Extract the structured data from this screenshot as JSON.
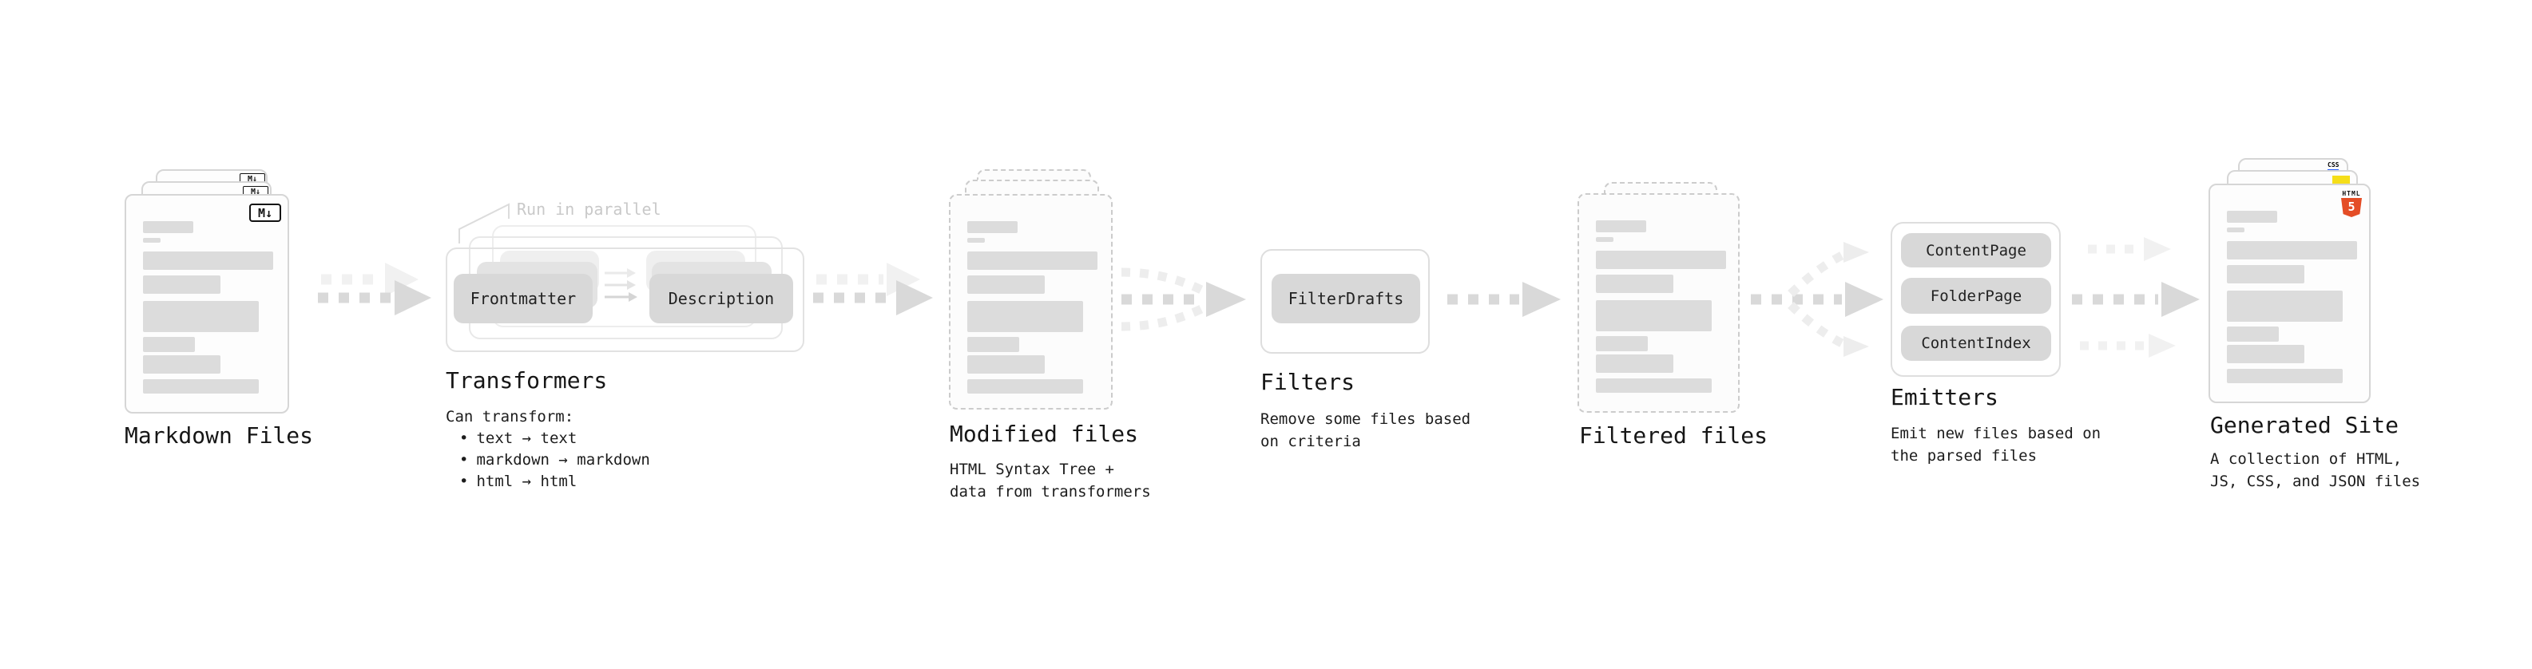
{
  "stages": {
    "markdown_files": {
      "label": "Markdown Files",
      "badge_text": "M↓"
    },
    "transformers": {
      "label": "Transformers",
      "parallel_note": "Run in parallel",
      "pill_left": "Frontmatter",
      "pill_right": "Description",
      "description_heading": "Can transform:",
      "bullet_char": "•",
      "bullets": [
        "text → text",
        "markdown → markdown",
        "html → html"
      ]
    },
    "modified_files": {
      "label": "Modified files",
      "description": [
        "HTML Syntax Tree +",
        "data from transformers"
      ]
    },
    "filters": {
      "label": "Filters",
      "pill": "FilterDrafts",
      "description": [
        "Remove some files based",
        "on criteria"
      ]
    },
    "filtered_files": {
      "label": "Filtered files"
    },
    "emitters": {
      "label": "Emitters",
      "pills": [
        "ContentPage",
        "FolderPage",
        "ContentIndex"
      ],
      "description": [
        "Emit new files based on",
        "the parsed files"
      ]
    },
    "generated_site": {
      "label": "Generated Site",
      "description": [
        "A collection of HTML,",
        "JS, CSS, and JSON files"
      ],
      "css_badge": "CSS",
      "html_badge_word": "HTML",
      "html_badge_number": "5"
    }
  },
  "colors": {
    "html5_orange": "#e44d26",
    "js_yellow": "#f5de19",
    "css_blue": "#2962ff",
    "arrow_dark": "#d9d9d9",
    "arrow_light": "#efefef"
  }
}
